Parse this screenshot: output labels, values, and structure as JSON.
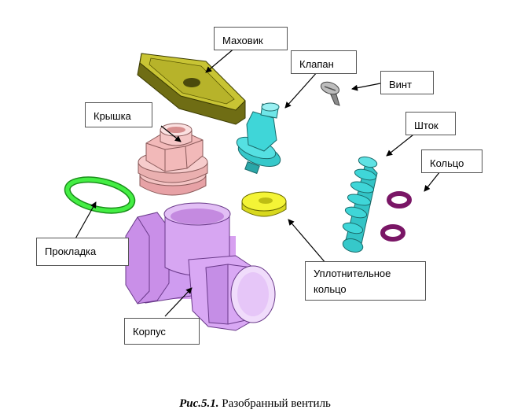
{
  "labels": {
    "flywheel": "Маховик",
    "valve": "Клапан",
    "screw": "Винт",
    "cover": "Крышка",
    "stem": "Шток",
    "ring": "Кольцо",
    "gasket": "Прокладка",
    "seal_ring": "Уплотнительное кольцо",
    "body": "Корпус"
  },
  "caption": {
    "figure": "Рис.5.1.",
    "text": "Разобранный вентиль"
  },
  "colors": {
    "flywheel": "#a8a822",
    "valve": "#3fd6d8",
    "screw": "#a6a6a6",
    "cover": "#f2b9b9",
    "stem": "#3fd6d8",
    "ring": "#8a1a78",
    "gasket": "#33dd33",
    "seal_ring": "#f0f033",
    "body": "#dca9f5"
  }
}
